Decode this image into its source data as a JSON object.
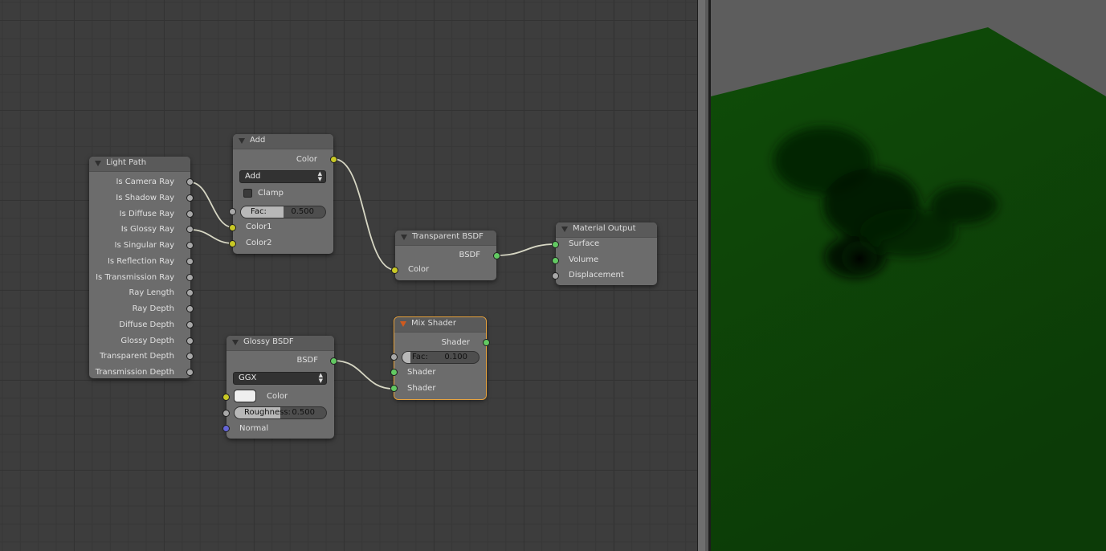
{
  "nodes": {
    "light_path": {
      "title": "Light Path",
      "outputs": [
        "Is Camera Ray",
        "Is Shadow Ray",
        "Is Diffuse Ray",
        "Is Glossy Ray",
        "Is Singular Ray",
        "Is Reflection Ray",
        "Is Transmission Ray",
        "Ray Length",
        "Ray Depth",
        "Diffuse Depth",
        "Glossy Depth",
        "Transparent Depth",
        "Transmission Depth"
      ]
    },
    "add": {
      "title": "Add",
      "output": "Color",
      "operation": "Add",
      "clamp_label": "Clamp",
      "fac_label": "Fac:",
      "fac_value": "0.500",
      "fac_fraction": 0.5,
      "input1": "Color1",
      "input2": "Color2"
    },
    "transparent": {
      "title": "Transparent BSDF",
      "output": "BSDF",
      "input": "Color"
    },
    "material_output": {
      "title": "Material Output",
      "inputs": [
        "Surface",
        "Volume",
        "Displacement"
      ]
    },
    "glossy": {
      "title": "Glossy BSDF",
      "output": "BSDF",
      "distribution": "GGX",
      "color_label": "Color",
      "roughness_label": "Roughness:",
      "roughness_value": "0.500",
      "roughness_fraction": 0.5,
      "normal_label": "Normal"
    },
    "mix": {
      "title": "Mix Shader",
      "output": "Shader",
      "fac_label": "Fac:",
      "fac_value": "0.100",
      "fac_fraction": 0.1,
      "input1": "Shader",
      "input2": "Shader"
    }
  },
  "colors": {
    "editor_bg": "#3d3d3d",
    "node_body": "#6c6c6c",
    "socket_color": "#c8c825",
    "socket_shader": "#62c962",
    "socket_value": "#a8a8a8",
    "socket_vector": "#6465d6",
    "active_outline": "#e8a33d",
    "ground_green": "#0f4a08"
  },
  "icons": {
    "collapse": "triangle-down-icon",
    "dropdown": "up-down-arrow-icon"
  }
}
